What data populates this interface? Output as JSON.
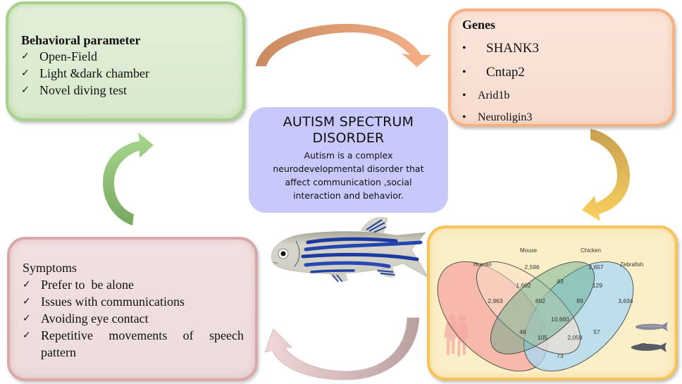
{
  "behavioral_box": {
    "title": "Behavioral parameter",
    "check_icon": "✓",
    "items": [
      "Open-Field",
      "Light &dark chamber",
      "Novel diving test"
    ],
    "bg_color": "#e2efd8",
    "border_color": "#a9d18e"
  },
  "genes_box": {
    "title": "Genes",
    "bullet_icon": "•",
    "items": [
      "SHANK3",
      "Cntap2",
      "Arid1b",
      "Neuroligin3"
    ],
    "bg_color": "#fbe5da",
    "border_color": "#f4b183"
  },
  "center_box": {
    "title_line1": "AUTISM SPECTRUM",
    "title_line2": "DISORDER",
    "desc_lines": [
      "Autism is a complex",
      "neurodevelopmental disorder that",
      "affect communication ,social",
      "interaction and behavior."
    ],
    "bg_color": "#c8c8fa"
  },
  "symptoms_box": {
    "title": "Symptoms",
    "check_icon": "✓",
    "items": [
      "Prefer to  be alone",
      "Issues with communications",
      "Avoiding eye contact",
      "Repetitive movements of speech"
    ],
    "continuation": "pattern",
    "bg_color": "#f2e0e0",
    "border_color": "#d9a9a9"
  },
  "venn_box": {
    "sets": [
      {
        "label": "Human",
        "color": "#f4a7a0",
        "unique": "2,963"
      },
      {
        "label": "Mouse",
        "color": "#f8e0c8",
        "unique": "2,596"
      },
      {
        "label": "Chicken",
        "color": "#6fb8a0",
        "unique": "2,657"
      },
      {
        "label": "Zebrafish",
        "color": "#a8d8f5",
        "unique": "3,634"
      }
    ],
    "intersections": {
      "human_mouse": "1,602",
      "mouse_chicken": "43",
      "chicken_zebrafish": "129",
      "human_mouse_chicken": "892",
      "mouse_chicken_zebrafish": "89",
      "all_four": "10,660",
      "human_chicken": "48",
      "mouse_zebrafish": "57",
      "human_chicken_zebrafish": "105",
      "human_mouse_zebrafish": "2,059",
      "human_zebrafish": "73"
    },
    "bg_color": "#fbefc7",
    "border_color": "#f5c35a"
  },
  "arrows": {
    "top": {
      "color": "#e8a070",
      "direction": "behavioral-to-genes"
    },
    "right": {
      "color": "#e0b84a",
      "direction": "genes-to-venn"
    },
    "bottom": {
      "color": "#d8b8b8",
      "direction": "venn-to-symptoms"
    },
    "left": {
      "color": "#8cc070",
      "direction": "symptoms-to-behavioral"
    }
  }
}
